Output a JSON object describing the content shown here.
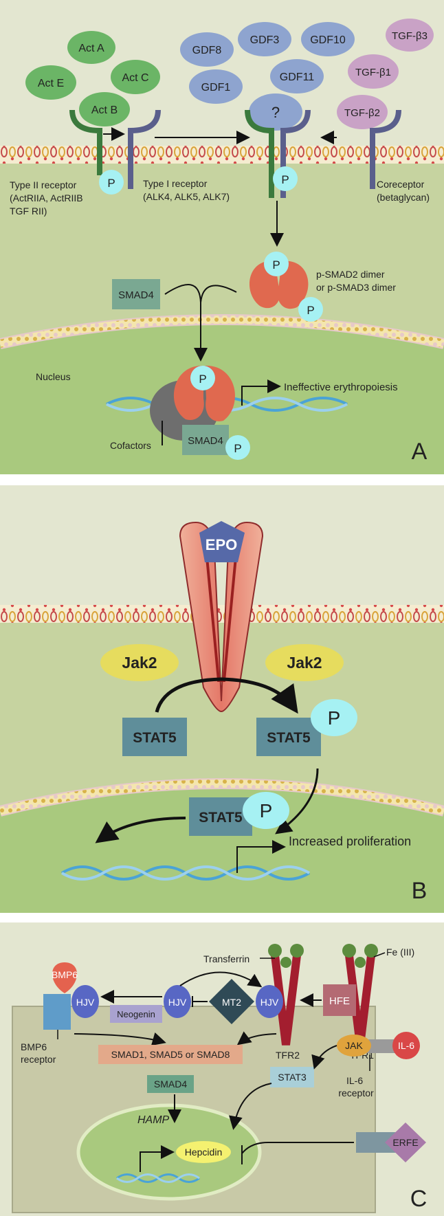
{
  "panelA": {
    "ligands": {
      "act_a": "Act A",
      "act_e": "Act E",
      "act_c": "Act C",
      "act_b": "Act B",
      "gdf8": "GDF8",
      "gdf3": "GDF3",
      "gdf10": "GDF10",
      "gdf1": "GDF1",
      "gdf11": "GDF11",
      "unknown": "?",
      "tgfb3": "TGF-β3",
      "tgfb1": "TGF-β1",
      "tgfb2": "TGF-β2"
    },
    "type2_receptor": [
      "Type II receptor",
      "(ActRIIA, ActRIIB",
      "TGF  RII)"
    ],
    "type1_receptor": [
      "Type I receptor",
      "(ALK4, ALK5, ALK7)"
    ],
    "coreceptor": [
      "Coreceptor",
      "(betaglycan)"
    ],
    "phospho": "P",
    "smad4": "SMAD4",
    "psmad_dimer": [
      "p-SMAD2 dimer",
      "or p-SMAD3 dimer"
    ],
    "nucleus": "Nucleus",
    "ineffective": "Ineffective erythropoiesis",
    "cofactors": "Cofactors",
    "panel_letter": "A"
  },
  "panelB": {
    "epo": "EPO",
    "jak2_left": "Jak2",
    "jak2_right": "Jak2",
    "stat5_left": "STAT5",
    "stat5_right": "STAT5",
    "stat5_nucleus": "STAT5",
    "phospho": "P",
    "increased": "Increased proliferation",
    "panel_letter": "B"
  },
  "panelC": {
    "transferrin": "Transferrin",
    "fe3": "Fe (III)",
    "bmp6": "BMP6",
    "hjv": "HJV",
    "neogenin": "Neogenin",
    "mt2": "MT2",
    "hfe": "HFE",
    "tfr2": "TFR2",
    "tfr1": "TFR1",
    "bmp6_receptor": [
      "BMP6",
      "receptor"
    ],
    "smads": "SMAD1, SMAD5 or SMAD8",
    "smad4": "SMAD4",
    "stat3": "STAT3",
    "jak": "JAK",
    "il6": "IL-6",
    "il6_receptor": [
      "IL-6",
      "receptor"
    ],
    "hamp": "HAMP",
    "hepcidin": "Hepcidin",
    "erfe": "ERFE",
    "panel_letter": "C"
  },
  "colors": {
    "background_light": "#e3e6d0",
    "cytoplasm": "#bdcf94",
    "nucleus": "#a4c879",
    "ligand_green": "#6bb566",
    "ligand_blue": "#8ea4cf",
    "ligand_pink": "#c9a2c6",
    "phospho_cyan": "#a6f1f3",
    "smad_box": "#7aa892",
    "smad_dimer": "#e0694f",
    "stat5_box": "#5f8e9a",
    "jak2_yellow": "#e6dc5e"
  }
}
